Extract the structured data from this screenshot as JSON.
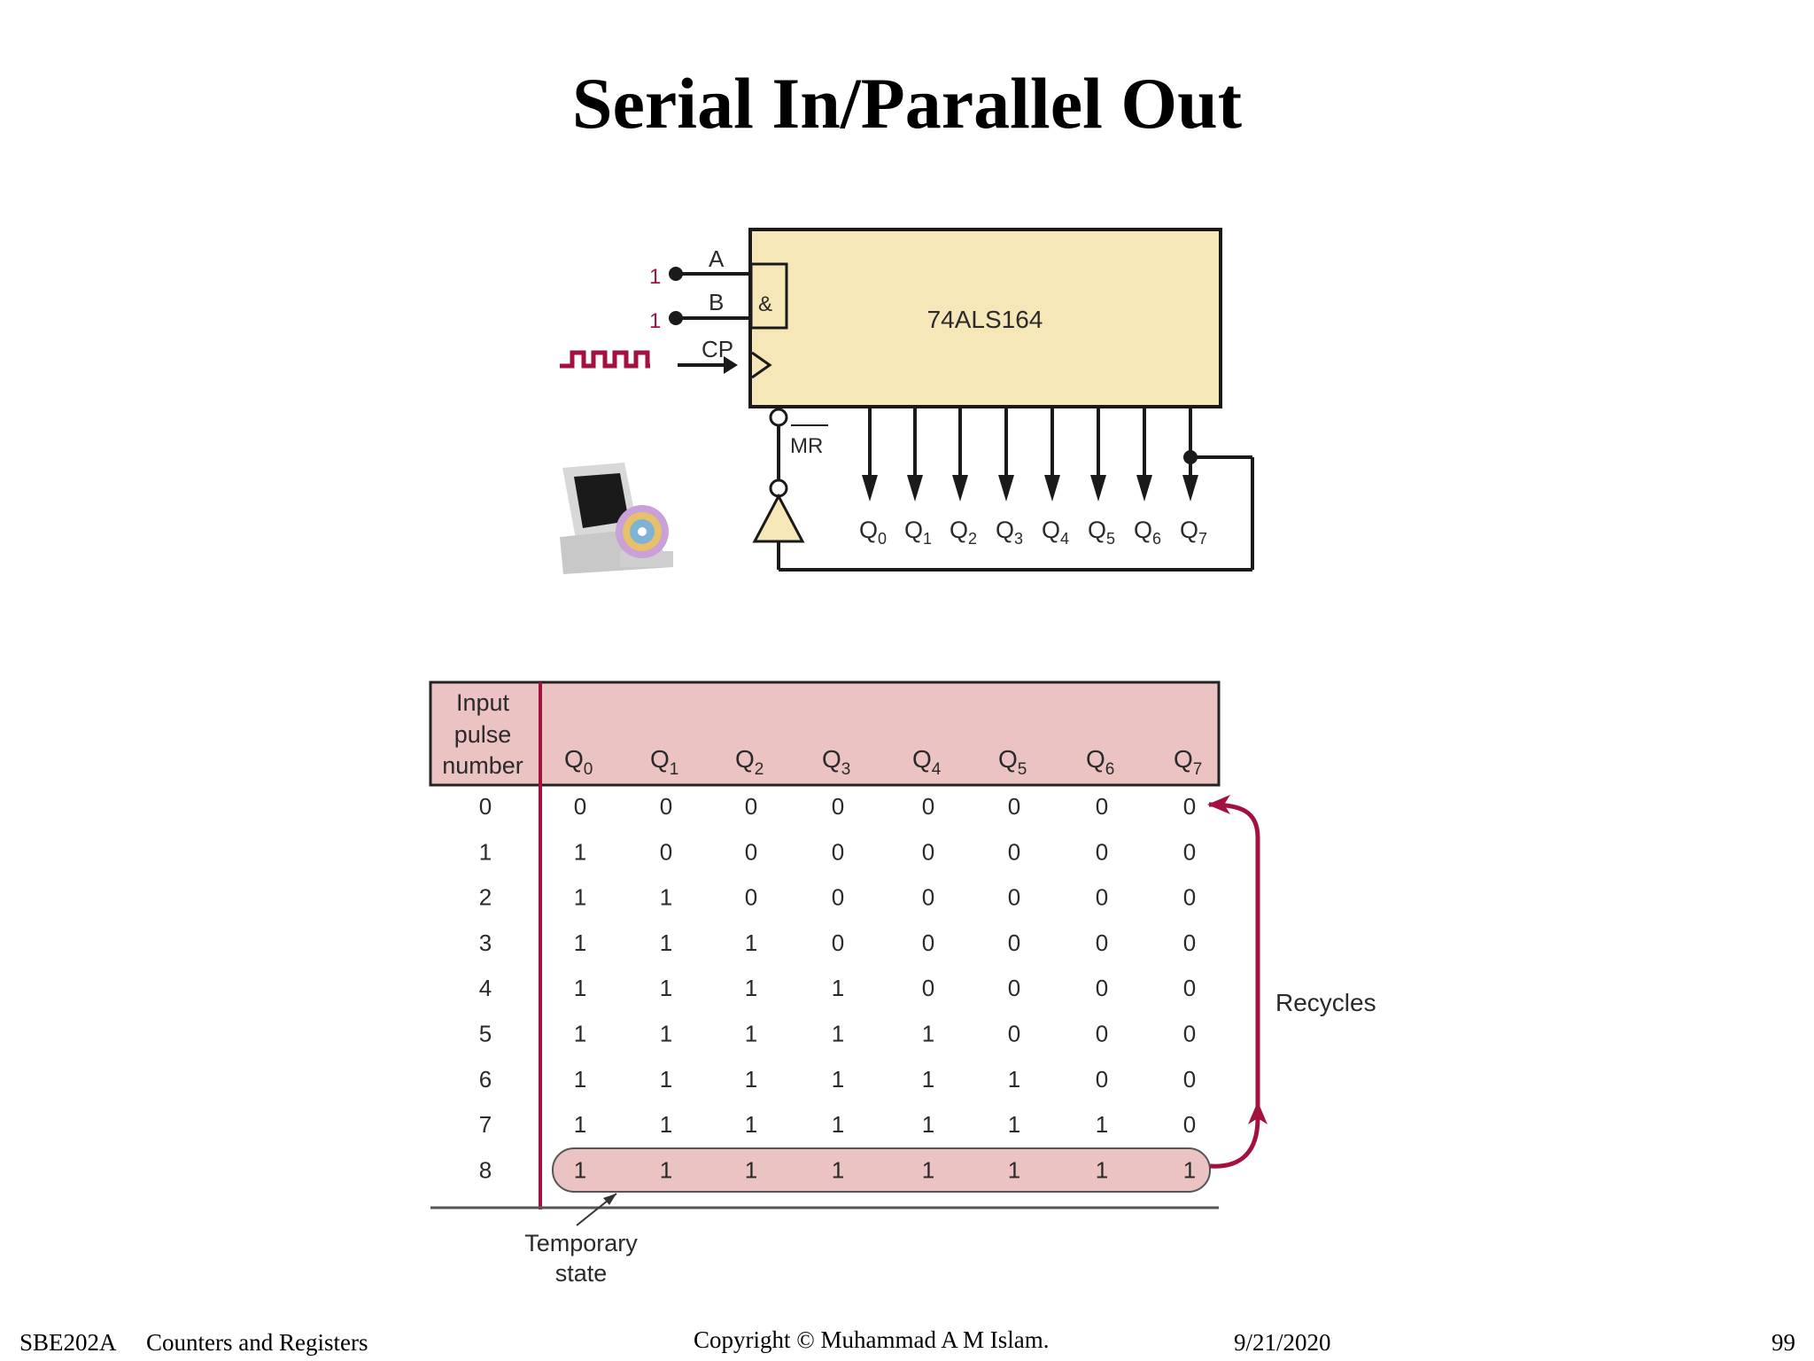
{
  "slide": {
    "title": "Serial In/Parallel Out"
  },
  "circuit": {
    "chip_label": "74ALS164",
    "input_a_label": "A",
    "input_b_label": "B",
    "input_a_value": "1",
    "input_b_value": "1",
    "clock_label": "CP",
    "and_symbol": "&",
    "reset_label": "MR",
    "outputs": [
      "Q",
      "Q",
      "Q",
      "Q",
      "Q",
      "Q",
      "Q",
      "Q"
    ],
    "output_subscripts": [
      "0",
      "1",
      "2",
      "3",
      "4",
      "5",
      "6",
      "7"
    ],
    "colors": {
      "chip_fill": "#f6e7b9",
      "wire": "#1a1a1a",
      "clock": "#a3123f"
    }
  },
  "table": {
    "header_line1": "Input",
    "header_line2": "pulse",
    "header_line3": "number",
    "column_letter": "Q",
    "column_subscripts": [
      "0",
      "1",
      "2",
      "3",
      "4",
      "5",
      "6",
      "7"
    ],
    "rows": [
      {
        "pulse": "0",
        "q": [
          "0",
          "0",
          "0",
          "0",
          "0",
          "0",
          "0",
          "0"
        ]
      },
      {
        "pulse": "1",
        "q": [
          "1",
          "0",
          "0",
          "0",
          "0",
          "0",
          "0",
          "0"
        ]
      },
      {
        "pulse": "2",
        "q": [
          "1",
          "1",
          "0",
          "0",
          "0",
          "0",
          "0",
          "0"
        ]
      },
      {
        "pulse": "3",
        "q": [
          "1",
          "1",
          "1",
          "0",
          "0",
          "0",
          "0",
          "0"
        ]
      },
      {
        "pulse": "4",
        "q": [
          "1",
          "1",
          "1",
          "1",
          "0",
          "0",
          "0",
          "0"
        ]
      },
      {
        "pulse": "5",
        "q": [
          "1",
          "1",
          "1",
          "1",
          "1",
          "0",
          "0",
          "0"
        ]
      },
      {
        "pulse": "6",
        "q": [
          "1",
          "1",
          "1",
          "1",
          "1",
          "1",
          "0",
          "0"
        ]
      },
      {
        "pulse": "7",
        "q": [
          "1",
          "1",
          "1",
          "1",
          "1",
          "1",
          "1",
          "0"
        ]
      },
      {
        "pulse": "8",
        "q": [
          "1",
          "1",
          "1",
          "1",
          "1",
          "1",
          "1",
          "1"
        ]
      }
    ],
    "recycles_label": "Recycles",
    "temporary_line1": "Temporary",
    "temporary_line2": "state",
    "colors": {
      "header_fill": "#ebc3c3",
      "accent": "#a3123f"
    }
  },
  "footer": {
    "course": "SBE202A",
    "topic": "Counters and Registers",
    "copyright": "Copyright © Muhammad A M Islam.",
    "date": "9/21/2020",
    "page": "99"
  }
}
